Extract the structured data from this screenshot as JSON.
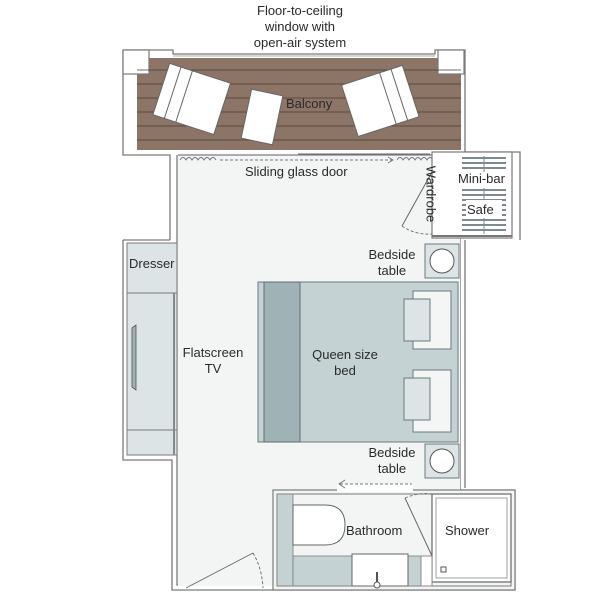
{
  "title": "Floor-to-ceiling window with open-air system",
  "labels": {
    "window_line1": "Floor-to-ceiling",
    "window_line2": "window with",
    "window_line3": "open-air system",
    "balcony": "Balcony",
    "sliding_door": "Sliding glass door",
    "wardrobe": "Wardrobe",
    "minibar": "Mini-bar",
    "safe": "Safe",
    "dresser": "Dresser",
    "tv_line1": "Flatscreen",
    "tv_line2": "TV",
    "bed_line1": "Queen size",
    "bed_line2": "bed",
    "bedside_top_line1": "Bedside",
    "bedside_top_line2": "table",
    "bedside_bottom_line1": "Bedside",
    "bedside_bottom_line2": "table",
    "bathroom": "Bathroom",
    "shower": "Shower"
  },
  "colors": {
    "deck": "#8c7466",
    "deck_line": "#4a3a32",
    "floor": "#f3f5f5",
    "wall": "#6f6f6f",
    "furniture_light": "#dde4e6",
    "bed": "#c4d2d3",
    "headboard": "#9fb2b6",
    "bathroom_fixture": "#c4d2d3"
  }
}
